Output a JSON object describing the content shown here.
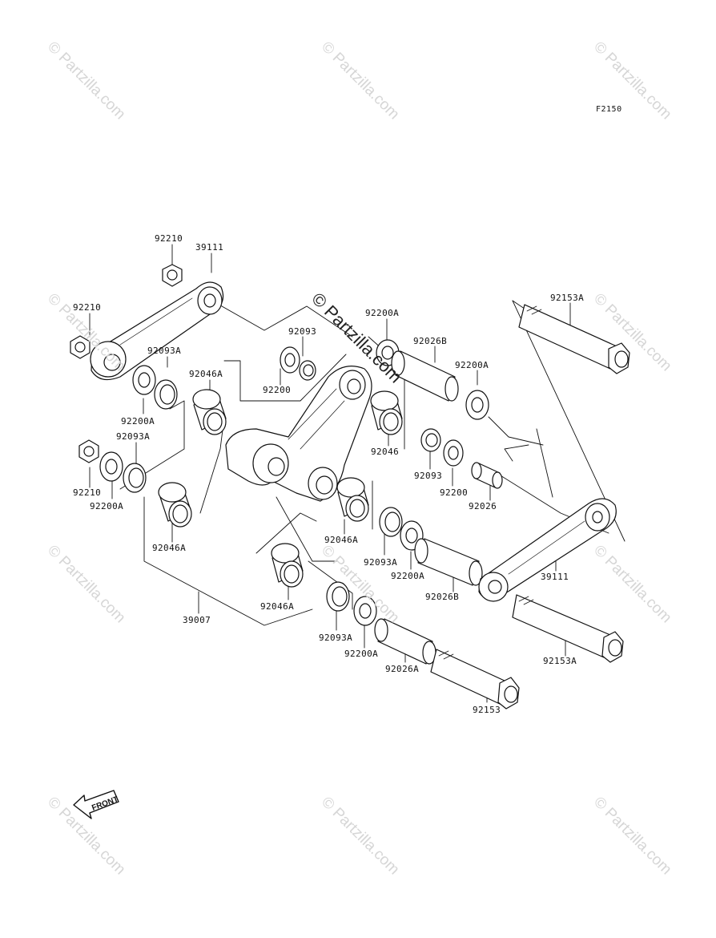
{
  "diagram_ref": "F2150",
  "watermark": "© Partzilla.com",
  "front_arrow_label": "FRONT",
  "labels": {
    "p92210_top": "92210",
    "p39111_top": "39111",
    "p92210_left": "92210",
    "p92093A_1": "92093A",
    "p92046A_1": "92046A",
    "p92200A_1": "92200A",
    "p92093A_2": "92093A",
    "p92210_low": "92210",
    "p92200A_2": "92200A",
    "p92046A_2": "92046A",
    "p39007": "39007",
    "p92093": "92093",
    "p92200": "92200",
    "p92200A_top": "92200A",
    "p92026B_top": "92026B",
    "p92200A_right": "92200A",
    "p92153A_top": "92153A",
    "p92046": "92046",
    "p92093_b": "92093",
    "p92200_b": "92200",
    "p92026": "92026",
    "p92046A_3": "92046A",
    "p92093A_3": "92093A",
    "p92200A_3": "92200A",
    "p92026B_b": "92026B",
    "p39111_right": "39111",
    "p92046A_4": "92046A",
    "p92093A_4": "92093A",
    "p92200A_4": "92200A",
    "p92026A": "92026A",
    "p92153A_b": "92153A",
    "p92153": "92153"
  }
}
